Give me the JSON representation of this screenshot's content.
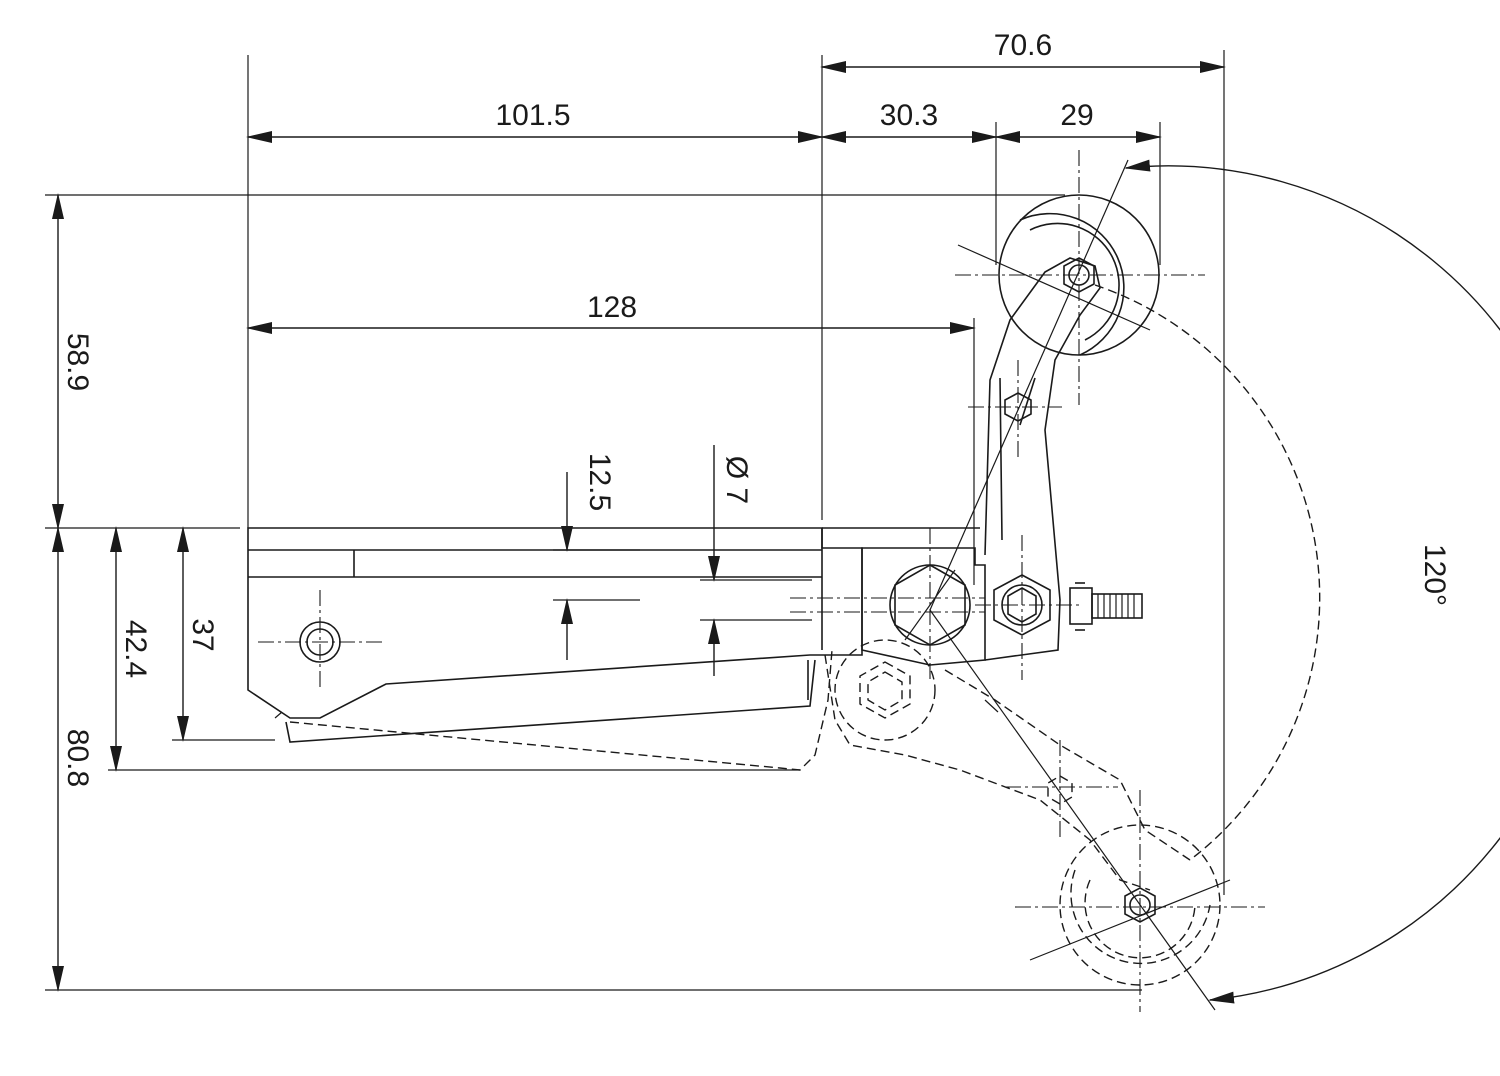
{
  "dimensions": {
    "d_70_6": "70.6",
    "d_30_3": "30.3",
    "d_29": "29",
    "d_101_5": "101.5",
    "d_128": "128",
    "d_58_9": "58.9",
    "d_12_5": "12.5",
    "d_dia_7": "Ø 7",
    "d_42_4": "42.4",
    "d_37": "37",
    "d_80_8": "80.8",
    "d_120deg": "120°"
  }
}
